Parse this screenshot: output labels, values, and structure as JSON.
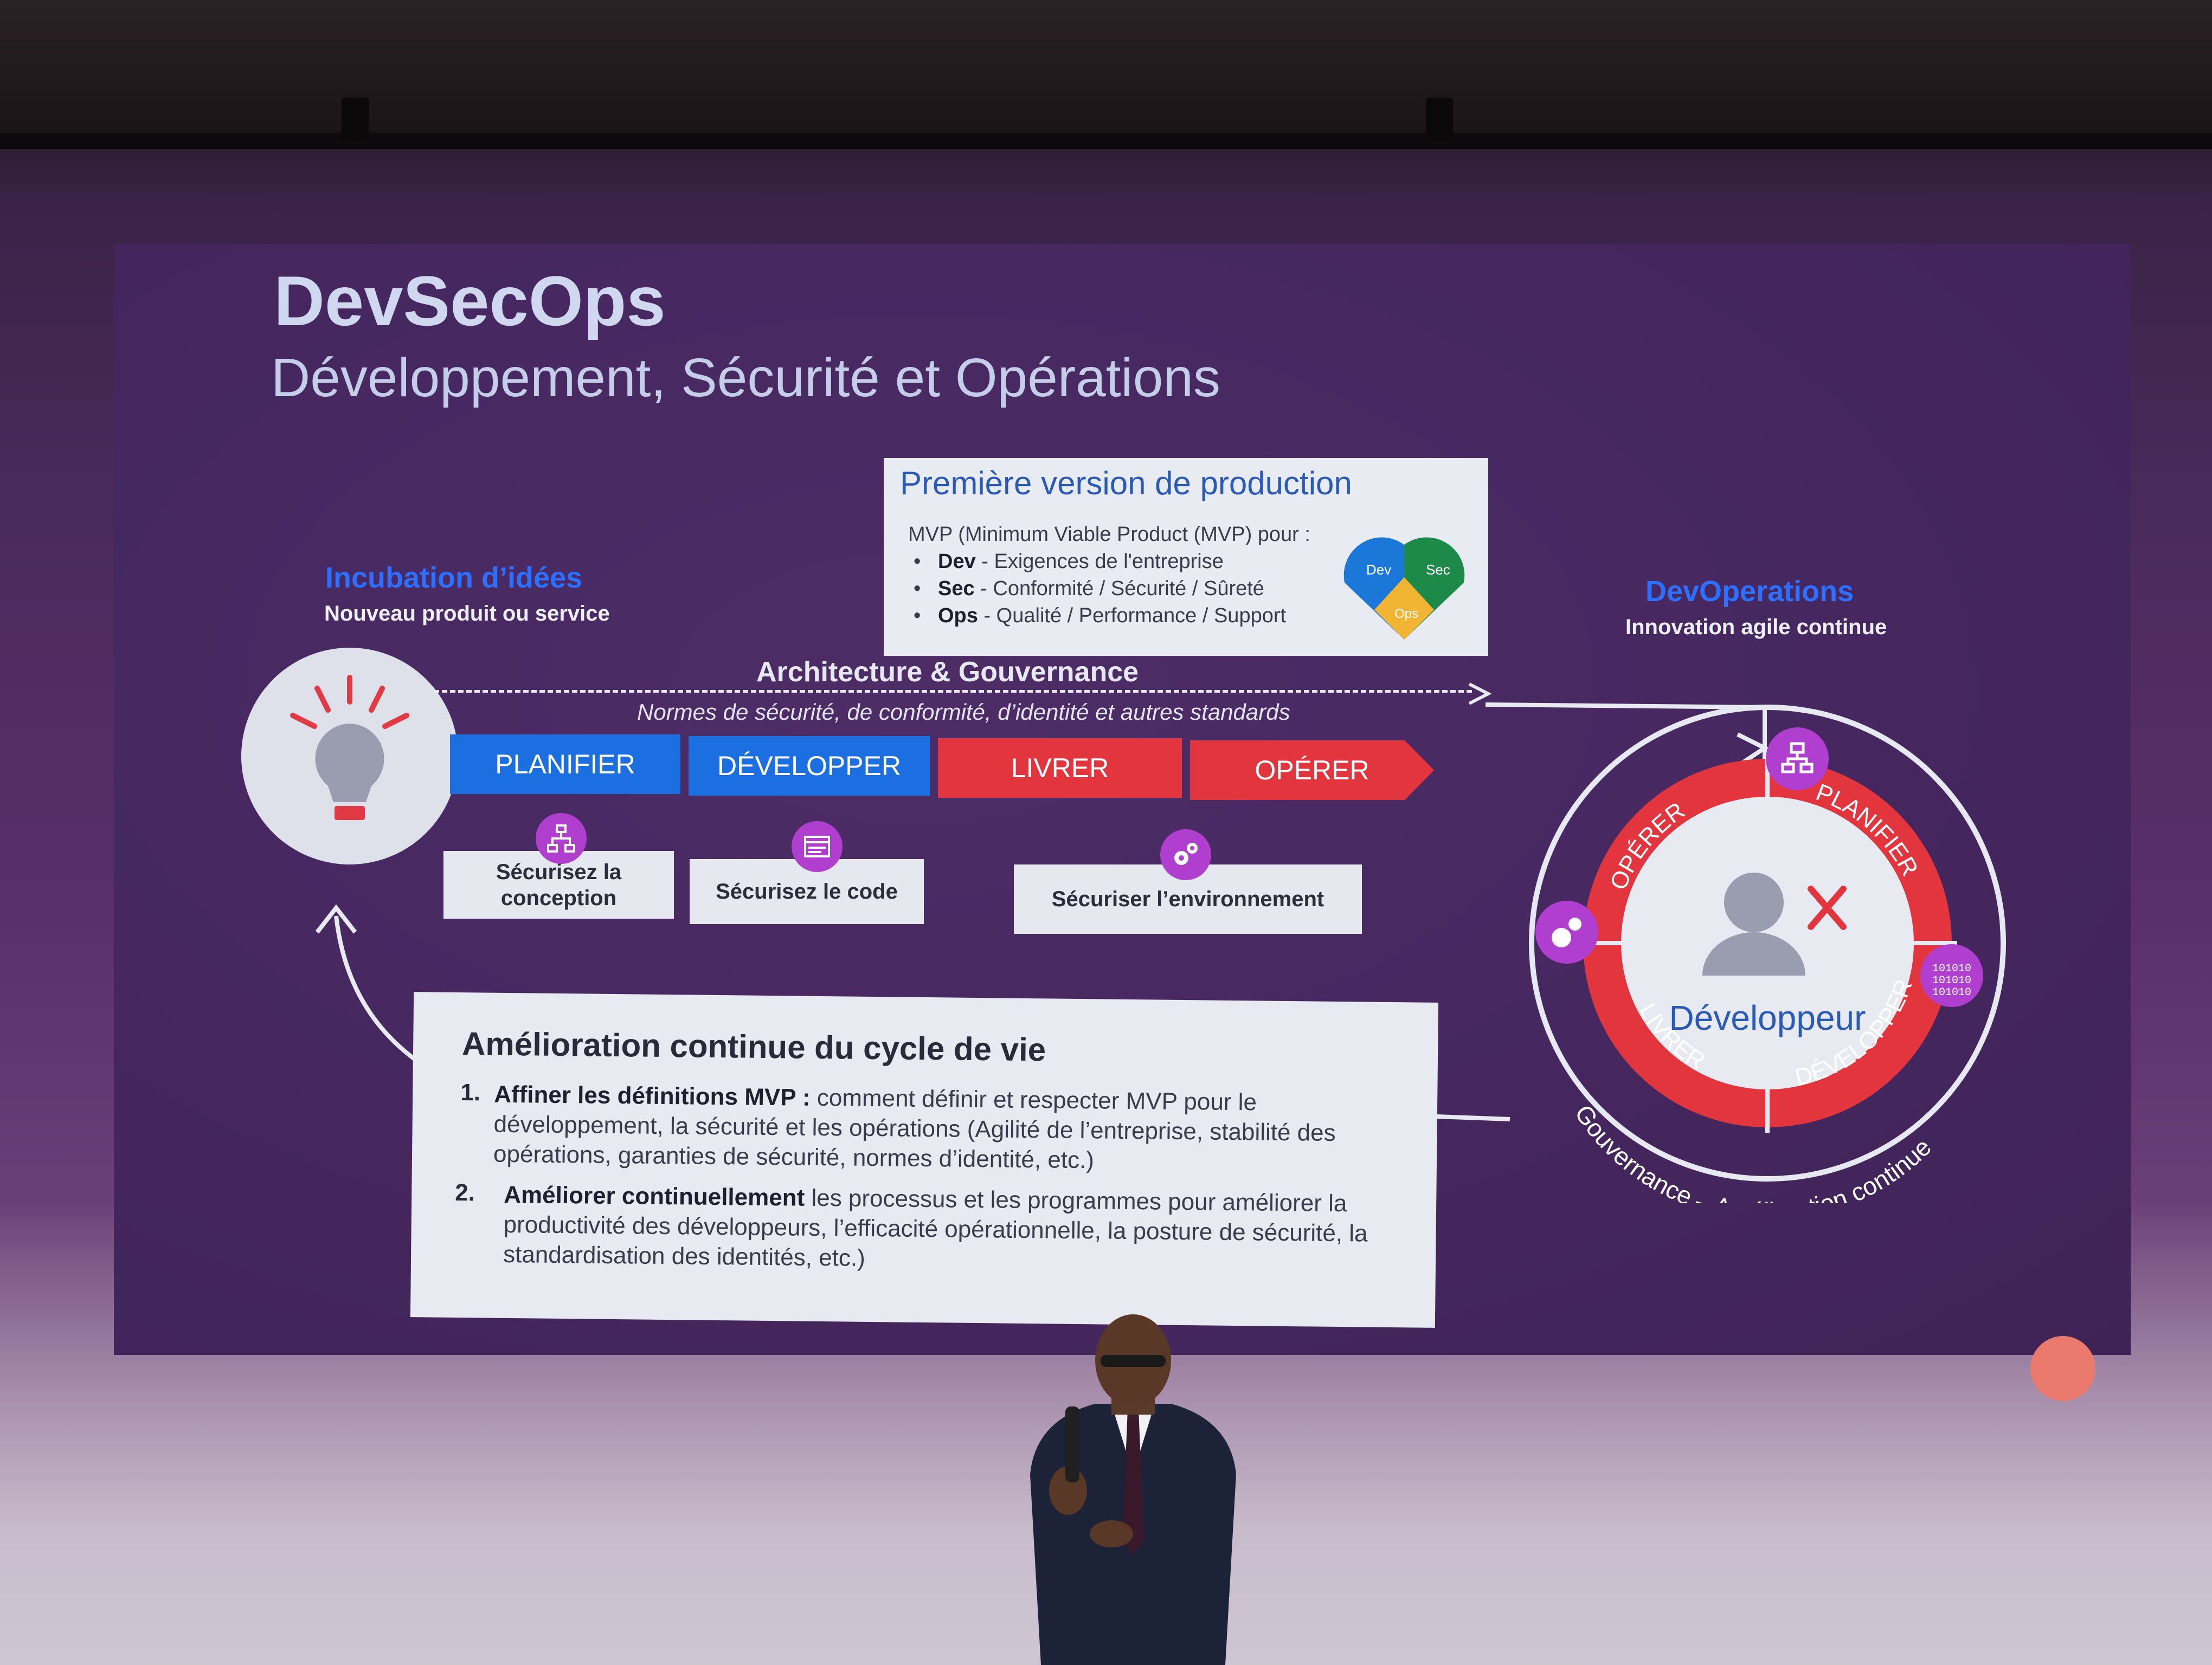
{
  "slide": {
    "title": "DevSecOps",
    "subtitle": "Développement, Sécurité et Opérations"
  },
  "mvp": {
    "heading": "Première version de production",
    "intro": "MVP (Minimum Viable Product (MVP) pour :",
    "items": [
      {
        "bullet": "•",
        "key": "Dev",
        "text": " - Exigences de l'entreprise"
      },
      {
        "bullet": "•",
        "key": "Sec",
        "text": " - Conformité / Sécurité / Sûreté"
      },
      {
        "bullet": "•",
        "key": "Ops",
        "text": " - Qualité / Performance / Support"
      }
    ],
    "heart_labels": {
      "dev": "Dev",
      "sec": "Sec",
      "ops": "Ops"
    }
  },
  "incubation": {
    "title": "Incubation d’idées",
    "subtitle": "Nouveau produit ou service"
  },
  "devops": {
    "title": "DevOperations",
    "subtitle": "Innovation agile continue"
  },
  "architecture": {
    "title": "Architecture & Gouvernance",
    "subtitle": "Normes de sécurité, de conformité, d’identité et autres standards"
  },
  "phases": [
    {
      "label": "PLANIFIER",
      "color": "#1b6fe0"
    },
    {
      "label": "DÉVELOPPER",
      "color": "#1b6fe0"
    },
    {
      "label": "LIVRER",
      "color": "#e2353e"
    },
    {
      "label": "OPÉRER",
      "color": "#e2353e"
    }
  ],
  "security_steps": [
    {
      "label": "Sécurisez la conception",
      "icon": "hierarchy-icon"
    },
    {
      "label": "Sécurisez le code",
      "icon": "code-icon"
    },
    {
      "label": "Sécuriser l’environnement",
      "icon": "gears-icon"
    }
  ],
  "improvement": {
    "title": "Amélioration continue du cycle de vie",
    "items": [
      {
        "num": "1.",
        "bold": "Affiner les définitions MVP :",
        "text": " comment définir et respecter MVP pour le développement, la sécurité et les opérations (Agilité de l’entreprise, stabilité des opérations, garanties de sécurité, normes d’identité, etc.)"
      },
      {
        "num": "2.",
        "bold": "Améliorer continuellement",
        "text": " les processus et les programmes pour améliorer la productivité des développeurs, l’efficacité opérationnelle, la posture de sécurité, la standardisation des identités, etc.)"
      }
    ]
  },
  "cycle": {
    "center": "Développeur",
    "segments": [
      "OPÉRER",
      "PLANIFIER",
      "LIVRER",
      "DÉVELOPPER"
    ],
    "ring_text": "Gouvernance – Amélioration continue",
    "binary": "101010"
  },
  "colors": {
    "blue": "#1b6fe0",
    "red": "#e2353e",
    "purple_badge": "#b03fd0",
    "accent_blue_text": "#2d6fff"
  }
}
